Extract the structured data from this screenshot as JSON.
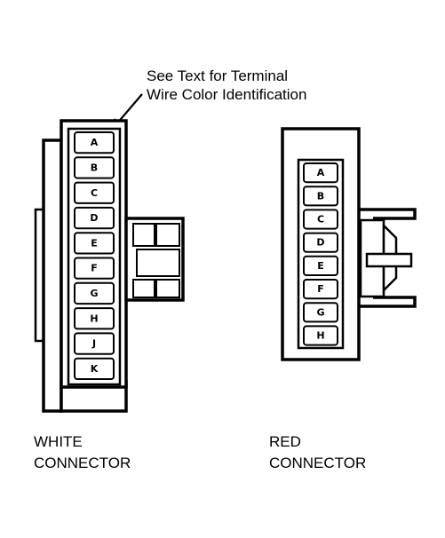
{
  "callout": {
    "line1": "See Text for Terminal",
    "line2": "Wire Color Identification"
  },
  "white_connector": {
    "label_line1": "WHITE",
    "label_line2": "CONNECTOR",
    "terminals": [
      "A",
      "B",
      "C",
      "D",
      "E",
      "F",
      "G",
      "H",
      "J",
      "K"
    ]
  },
  "red_connector": {
    "label_line1": "RED",
    "label_line2": "CONNECTOR",
    "terminals": [
      "A",
      "B",
      "C",
      "D",
      "E",
      "F",
      "G",
      "H"
    ]
  },
  "colors": {
    "ink": "#000000",
    "paper": "#ffffff"
  }
}
